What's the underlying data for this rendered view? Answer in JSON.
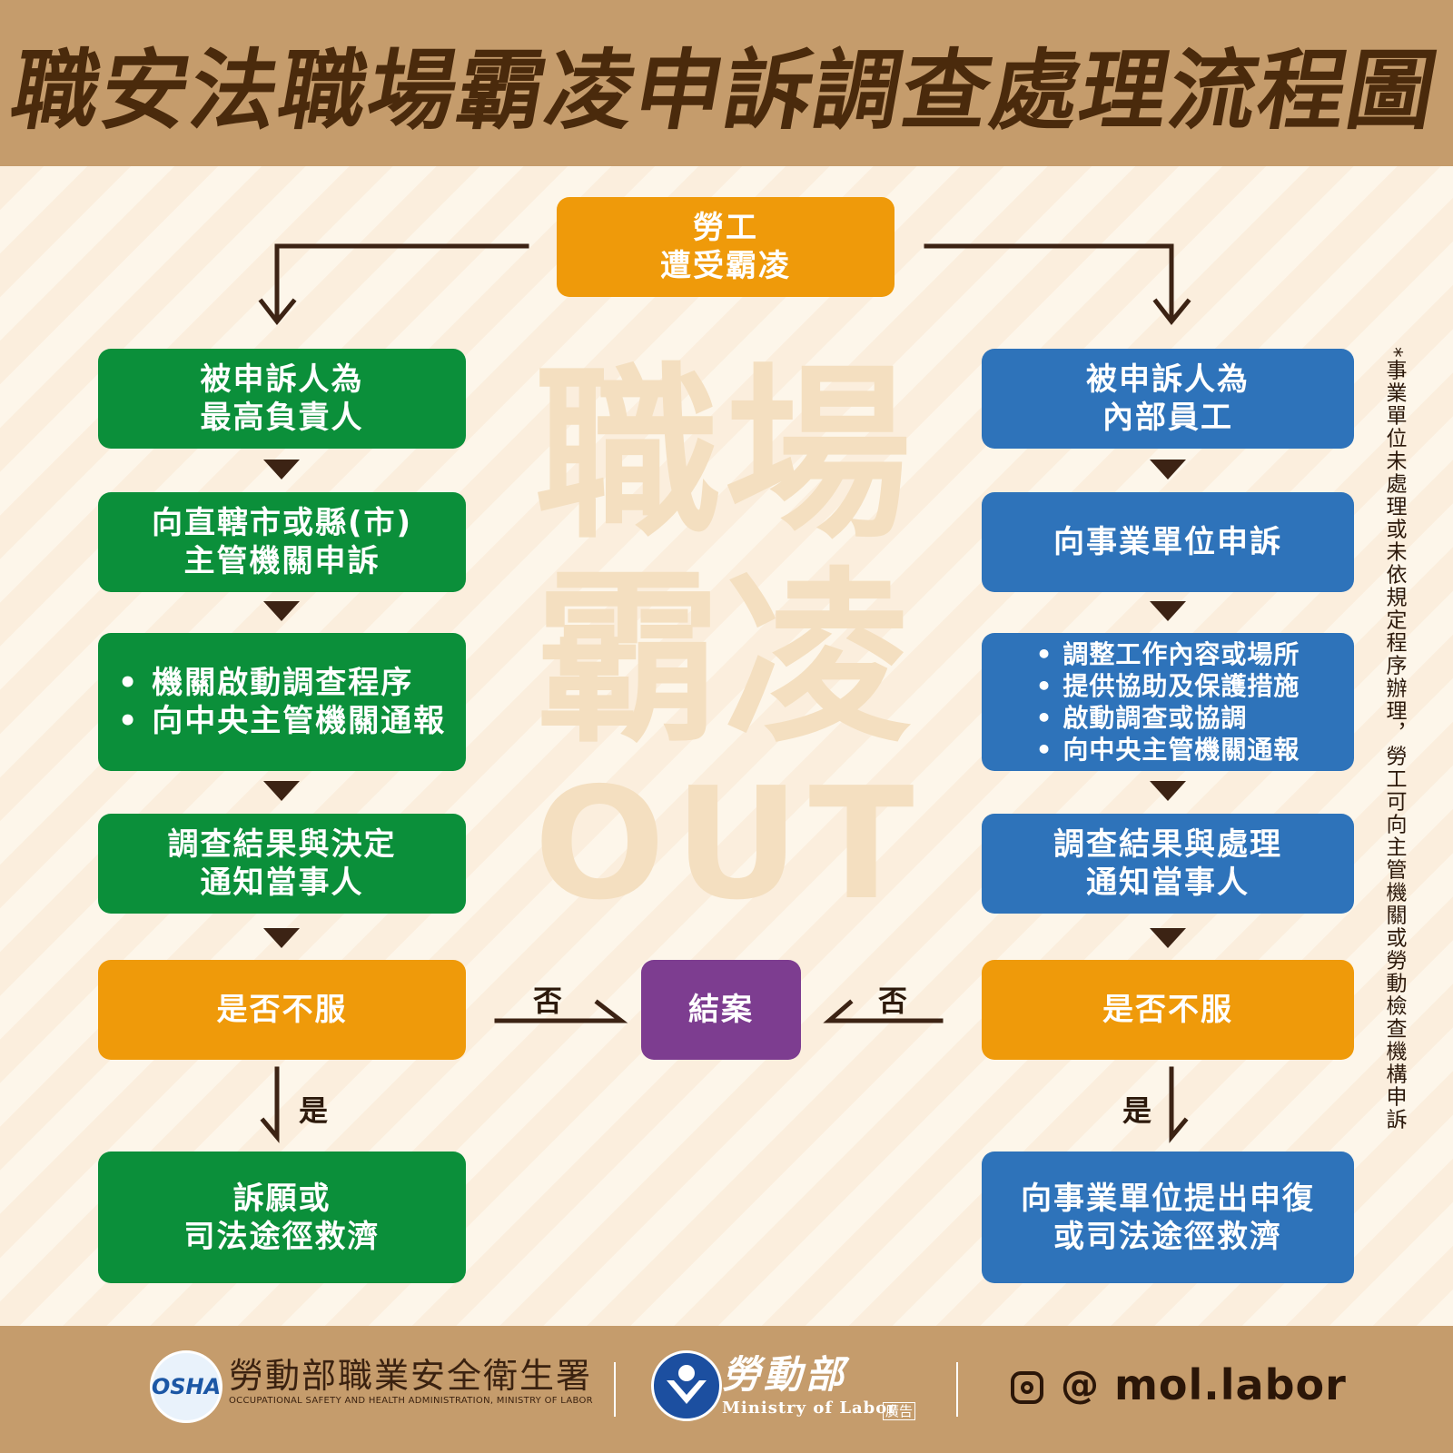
{
  "title": "職安法職場霸凌申訴調查處理流程圖",
  "watermark": {
    "line1": "職場",
    "line2": "霸凌",
    "line3": "OUT"
  },
  "top": {
    "label": "勞工\n遭受霸凌"
  },
  "left": {
    "step1": "被申訴人為\n最高負責人",
    "step2": "向直轄市或縣(市)\n主管機關申訴",
    "step3_bullets": [
      "機關啟動調查程序",
      "向中央主管機關通報"
    ],
    "step4": "調查結果與決定\n通知當事人",
    "decision": "是否不服",
    "yes_label": "是",
    "no_label": "否",
    "final": "訴願或\n司法途徑救濟"
  },
  "right": {
    "step1": "被申訴人為\n內部員工",
    "step2": "向事業單位申訴",
    "step3_bullets": [
      "調整工作內容或場所",
      "提供協助及保護措施",
      "啟動調查或協調",
      "向中央主管機關通報"
    ],
    "step4": "調查結果與處理\n通知當事人",
    "decision": "是否不服",
    "yes_label": "是",
    "no_label": "否",
    "final": "向事業單位提出申復\n或司法途徑救濟"
  },
  "center": {
    "end": "結案"
  },
  "side_note": "*事業單位未處理或未依規定程序辦理，勞工可向主管機關或勞動檢查機構申訴",
  "footer": {
    "osha_logo": "OSHA",
    "osha_name": "勞動部職業安全衛生署",
    "osha_en": "OCCUPATIONAL SAFETY AND HEALTH ADMINISTRATION, MINISTRY OF LABOR",
    "mol_name": "勞動部",
    "mol_en": "Ministry of Labor",
    "ad_tag": "廣告",
    "social_handle": "mol.labor",
    "threads_glyph": "@"
  },
  "colors": {
    "green": "#0b8f3a",
    "blue": "#2e73ba",
    "orange": "#ef9a0a",
    "purple": "#7d3d90",
    "brown": "#c59c6c",
    "arrow": "#3c2314"
  }
}
